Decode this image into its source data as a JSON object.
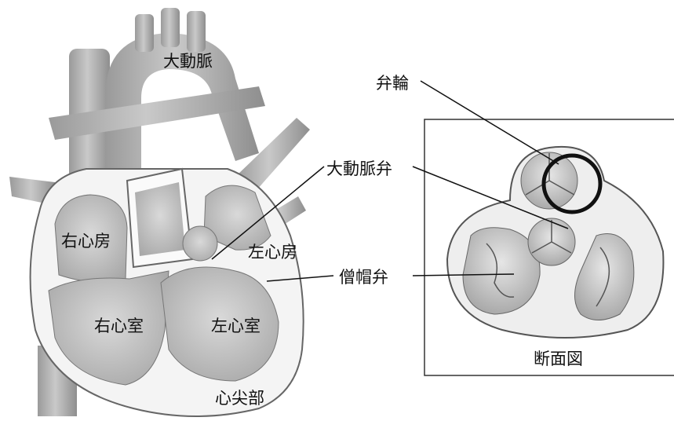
{
  "labels": {
    "aorta": "大動脈",
    "right_atrium": "右心房",
    "left_atrium": "左心房",
    "right_ventricle": "右心室",
    "left_ventricle": "左心室",
    "apex": "心尖部",
    "annulus": "弁輪",
    "aortic_valve": "大動脈弁",
    "mitral_valve": "僧帽弁",
    "cross_section": "断面図"
  }
}
